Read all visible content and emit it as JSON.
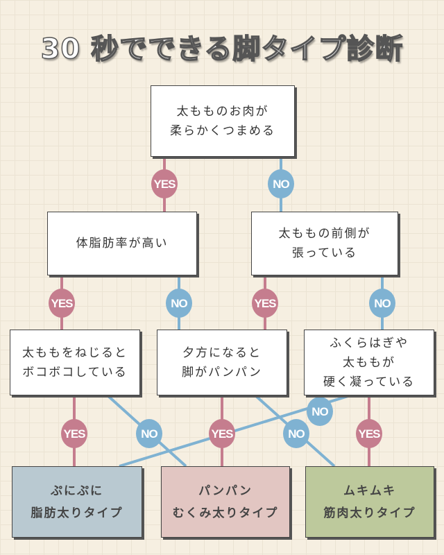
{
  "title": "30 秒でできる脚タイプ診断",
  "colors": {
    "yes": "#c57d8e",
    "no": "#7fb2d2",
    "fat": "#b9c9d1",
    "swelling": "#e2c6c2",
    "muscle": "#bdc99c"
  },
  "labels": {
    "yes": "YES",
    "no": "NO"
  },
  "q1": {
    "line1": "太もものお肉が",
    "line2": "柔らかくつまめる"
  },
  "q2a": {
    "line1": "体脂肪率が高い"
  },
  "q2b": {
    "line1": "太ももの前側が",
    "line2": "張っている"
  },
  "q3a": {
    "line1": "太ももをねじると",
    "line2": "ボコボコしている"
  },
  "q3b": {
    "line1": "夕方になると",
    "line2": "脚がパンパン"
  },
  "q3c": {
    "line1": "ふくらはぎや",
    "line2": "太ももが",
    "line3": "硬く凝っている"
  },
  "results": [
    {
      "line1": "ぷにぷに",
      "line2": "脂肪太りタイプ"
    },
    {
      "line1": "パンパン",
      "line2": "むくみ太りタイプ"
    },
    {
      "line1": "ムキムキ",
      "line2": "筋肉太りタイプ"
    }
  ]
}
